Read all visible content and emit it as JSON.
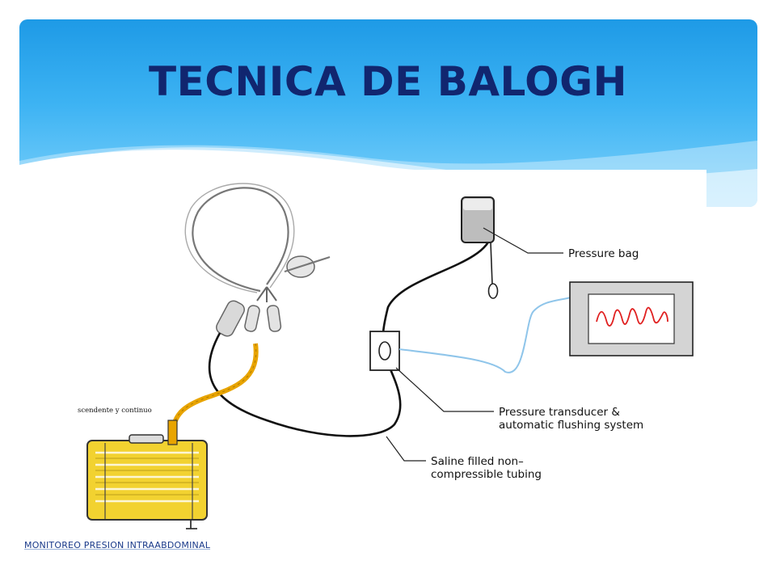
{
  "slide": {
    "title": "TECNICA DE BALOGH",
    "footer": "MONITOREO PRESION INTRAABDOMINAL"
  },
  "diagram": {
    "labels": {
      "pressure_bag": "Pressure bag",
      "transducer_line1": "Pressure transducer &",
      "transducer_line2": "automatic flushing system",
      "tubing_line1": "Saline filled non–",
      "tubing_line2": "compressible tubing",
      "drain_caption": "scendente y continuo"
    }
  },
  "colors": {
    "title": "#11266f",
    "header_gradient_top": "#1e9ae6",
    "header_gradient_bottom": "#7fd2fb",
    "monitor_wave": "#e02020",
    "drain_tube": "#e8a400",
    "urine_bag": "#f2d230",
    "signal_cable": "#8fc5ea"
  },
  "icons": [
    "foley-catheter-icon",
    "urine-bag-icon",
    "pressure-bag-icon",
    "monitor-icon",
    "transducer-icon"
  ]
}
